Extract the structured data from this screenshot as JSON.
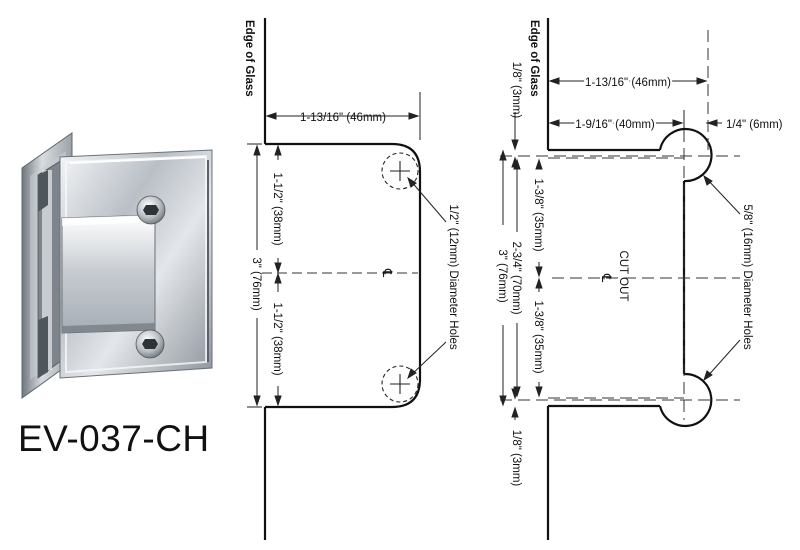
{
  "product": {
    "model": "EV-037-CH"
  },
  "left_drawing": {
    "edge_label": "Edge of Glass",
    "width_dim": "1-13/16\" (46mm)",
    "upper_dim": "1-1/2\" (38mm)",
    "lower_dim": "1-1/2\" (38mm)",
    "total_dim": "3\" (76mm)",
    "center_mark": "℄",
    "hole_note": "1/2\" (12mm) Diameter Holes"
  },
  "right_drawing": {
    "edge_label": "Edge of Glass",
    "top_offset": "1/8\" (3mm)",
    "overall_width": "1-13/16\" (46mm)",
    "cut_width": "1-9/16\" (40mm)",
    "overhang": "1/4\" (6mm)",
    "upper_dim": "1-3/8\" (35mm)",
    "lower_dim": "1-3/8\" (35mm)",
    "inner_total": "2-3/4\" (70mm)",
    "total_dim": "3\" (76mm)",
    "bottom_offset": "1/8\" (3mm)",
    "cutout_label": "CUT OUT",
    "center_mark": "℄",
    "hole_note": "5/8\" (16mm) Diameter Holes"
  }
}
